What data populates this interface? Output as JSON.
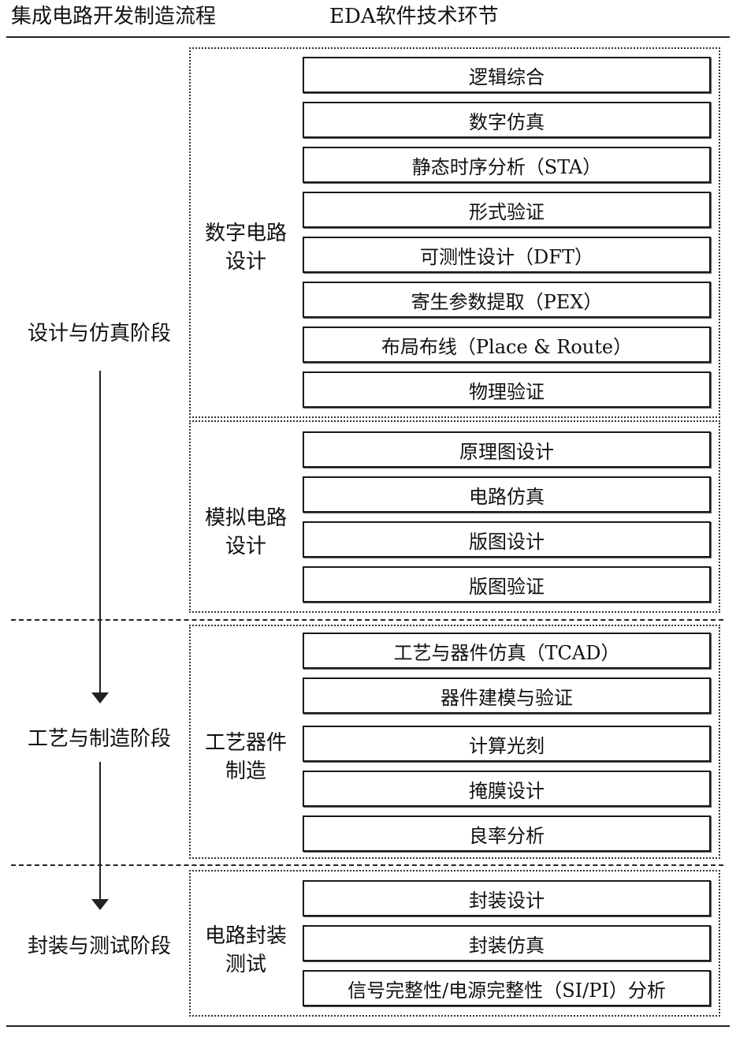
{
  "header": {
    "left_title": "集成电路开发制造流程",
    "right_title": "EDA软件技术环节"
  },
  "stages": [
    {
      "label": "设计与仿真阶段"
    },
    {
      "label": "工艺与制造阶段"
    },
    {
      "label": "封装与测试阶段"
    }
  ],
  "groups": [
    {
      "label_line1": "数字电路",
      "label_line2": "设计",
      "items": [
        "逻辑综合",
        "数字仿真",
        "静态时序分析（STA）",
        "形式验证",
        "可测性设计（DFT）",
        "寄生参数提取（PEX）",
        "布局布线（Place & Route）",
        "物理验证"
      ]
    },
    {
      "label_line1": "模拟电路",
      "label_line2": "设计",
      "items": [
        "原理图设计",
        "电路仿真",
        "版图设计",
        "版图验证"
      ]
    },
    {
      "label_line1": "工艺器件",
      "label_line2": "制造",
      "items": [
        "工艺与器件仿真（TCAD）",
        "器件建模与验证",
        "计算光刻",
        "掩膜设计",
        "良率分析"
      ]
    },
    {
      "label_line1": "电路封装",
      "label_line2": "测试",
      "items": [
        "封装设计",
        "封装仿真",
        "信号完整性/电源完整性（SI/PI）分析"
      ]
    }
  ]
}
